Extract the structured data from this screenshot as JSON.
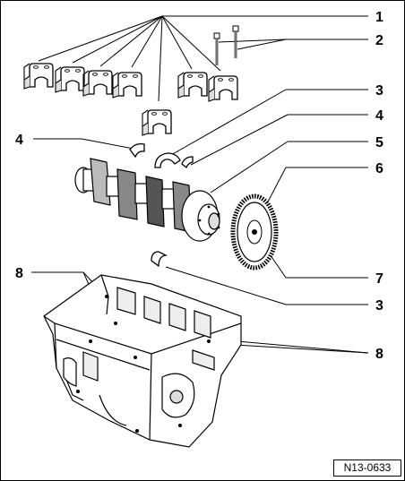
{
  "callouts": [
    {
      "id": "1",
      "label": "1"
    },
    {
      "id": "2",
      "label": "2"
    },
    {
      "id": "3a",
      "label": "3"
    },
    {
      "id": "4a",
      "label": "4"
    },
    {
      "id": "4b",
      "label": "4"
    },
    {
      "id": "5",
      "label": "5"
    },
    {
      "id": "6",
      "label": "6"
    },
    {
      "id": "7",
      "label": "7"
    },
    {
      "id": "8a",
      "label": "8"
    },
    {
      "id": "3b",
      "label": "3"
    },
    {
      "id": "8b",
      "label": "8"
    }
  ],
  "reference_code": "N13-0633"
}
